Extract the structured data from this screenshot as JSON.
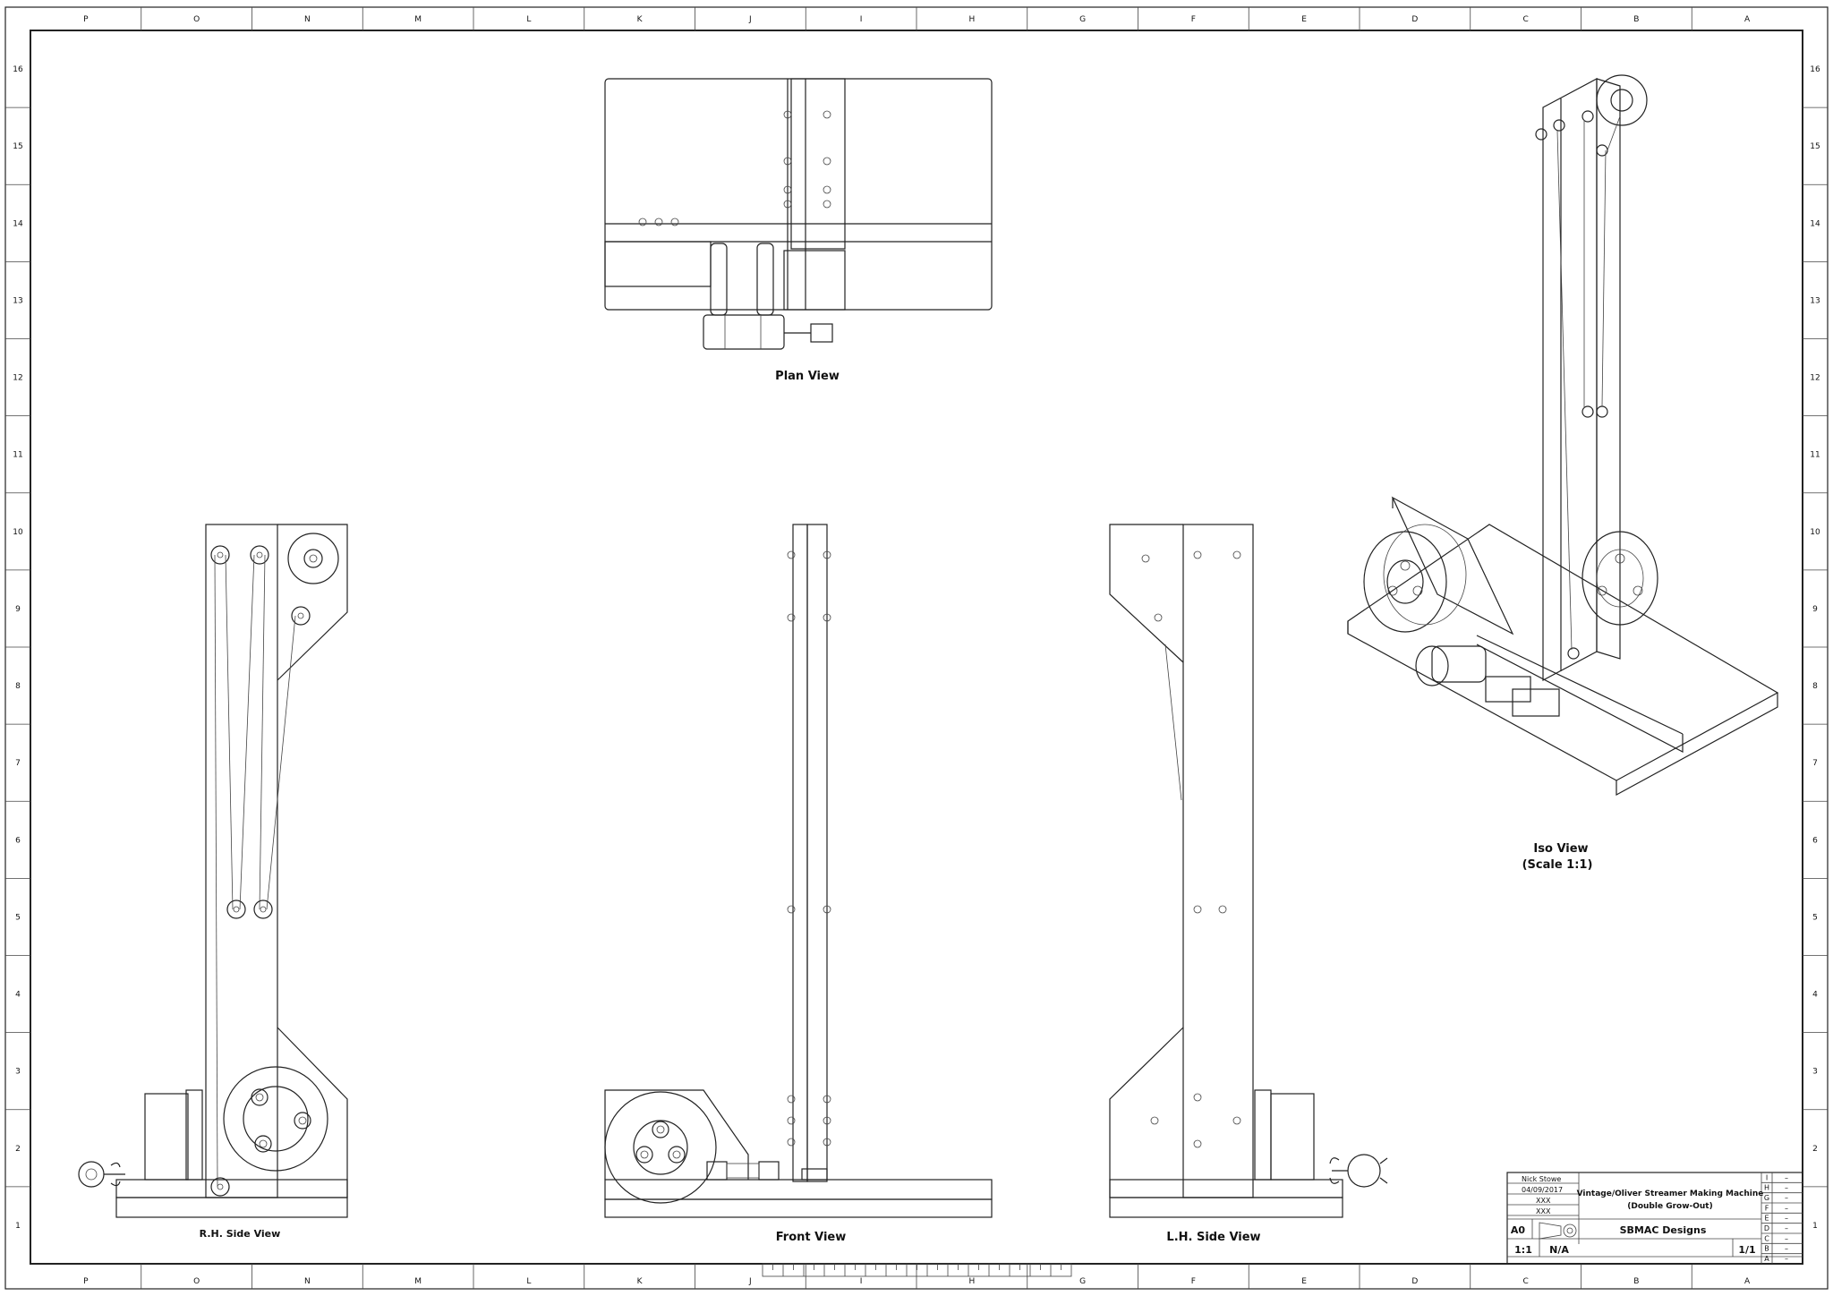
{
  "sheet": {
    "columns": [
      "P",
      "O",
      "N",
      "M",
      "L",
      "K",
      "J",
      "I",
      "H",
      "G",
      "F",
      "E",
      "D",
      "C",
      "B",
      "A"
    ],
    "rows": [
      "16",
      "15",
      "14",
      "13",
      "12",
      "11",
      "10",
      "9",
      "8",
      "7",
      "6",
      "5",
      "4",
      "3",
      "2",
      "1"
    ]
  },
  "views": {
    "plan": "Plan View",
    "rh_side": "R.H. Side View",
    "front": "Front View",
    "lh_side": "L.H. Side View",
    "iso": "Iso View",
    "iso_scale": "(Scale 1:1)"
  },
  "title_block": {
    "drawn_by": "Nick Stowe",
    "date": "04/09/2017",
    "checked_by": "XXX",
    "approved_by": "XXX",
    "title_line1": "Vintage/Oliver Streamer Making Machine",
    "title_line2": "(Double Grow-Out)",
    "size": "A0",
    "company": "SBMAC Designs",
    "scale": "1:1",
    "weight": "N/A",
    "sheet": "1/1",
    "revisions": [
      "I",
      "H",
      "G",
      "F",
      "E",
      "D",
      "C",
      "B",
      "A"
    ],
    "revision_values": [
      "–",
      "–",
      "–",
      "–",
      "–",
      "–",
      "–",
      "–",
      "–"
    ]
  }
}
